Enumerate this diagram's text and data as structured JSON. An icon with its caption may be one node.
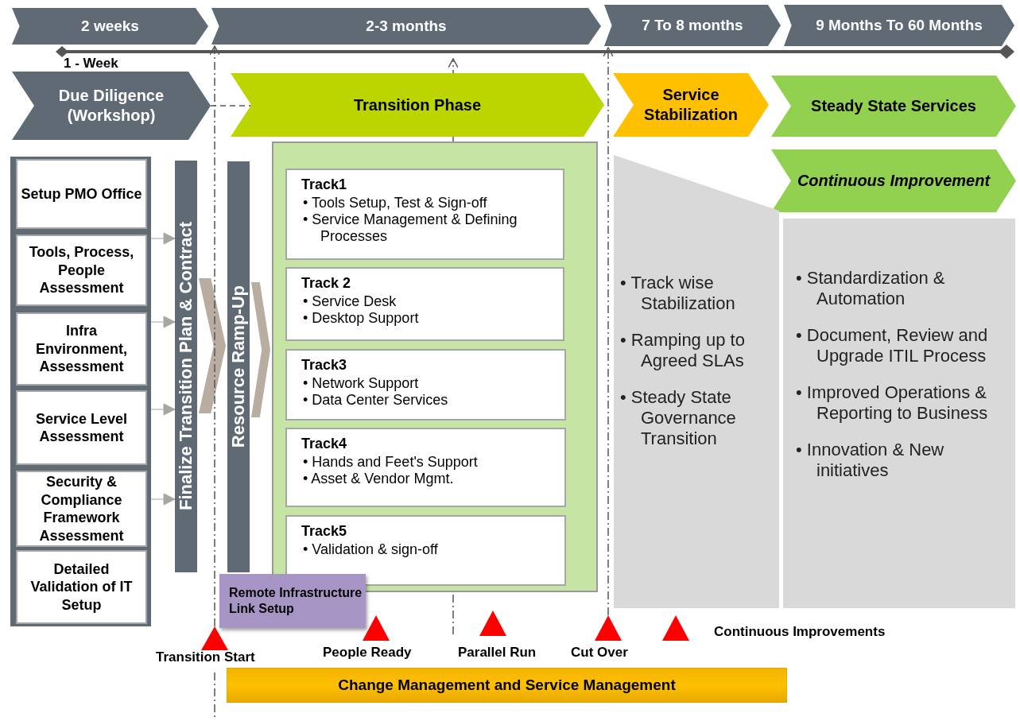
{
  "diagram": {
    "nodes": [
      {
        "text": [
          "2 weeks"
        ]
      },
      {
        "text": [
          "2-3 months"
        ]
      },
      {
        "text": [
          "7 To 8 months"
        ]
      },
      {
        "text": [
          "9 Months To 60 Months"
        ]
      },
      {
        "text": [
          "Due Diligence (Workshop)"
        ]
      },
      {
        "text": [
          "Transition Phase"
        ]
      },
      {
        "text": [
          "Service Stabilization"
        ]
      },
      {
        "text": [
          "Steady State Services"
        ]
      },
      {
        "text": [
          "Continuous Improvement"
        ]
      },
      {
        "text": [],
        "shape": "box"
      },
      {
        "text": [
          "Setup PMO Office"
        ],
        "in": 9
      },
      {
        "text": [
          "Tools, Process, People Assessment"
        ],
        "in": 9
      },
      {
        "text": [
          "Infra Environment, Assessment"
        ],
        "in": 9
      },
      {
        "text": [
          "Service Level Assessment"
        ],
        "in": 9
      },
      {
        "text": [
          "Security & Compliance Framework Assessment"
        ],
        "in": 9
      },
      {
        "text": [
          "Detailed Validation of IT Setup"
        ],
        "in": 9
      },
      {
        "text": [
          "Finalize Transition Plan & Contract"
        ]
      },
      {
        "text": [
          "Resource Ramp-Up"
        ]
      },
      {
        "text": [],
        "shape": "box"
      },
      {
        "text": [
          "Track1",
          "• Tools Setup, Test & Sign-off",
          "• Service Management & Defining Processes"
        ],
        "in": 18
      },
      {
        "text": [
          "Track 2",
          "• Service Desk",
          "• Desktop Support"
        ],
        "in": 18
      },
      {
        "text": [
          "Track3",
          "• Network Support",
          "• Data Center Services"
        ],
        "in": 18
      },
      {
        "text": [
          "Track4",
          "• Hands and Feet's Support",
          "• Asset & Vendor Mgmt."
        ],
        "in": 18
      },
      {
        "text": [
          "Track5",
          "• Validation & sign-off"
        ],
        "in": 18
      },
      {
        "text": [
          "• Track wise Stabilization",
          "• Ramping up to Agreed SLAs",
          "• Steady State Governance Transition"
        ]
      },
      {
        "text": [
          "• Standardization & Automation",
          "• Document, Review and Upgrade ITIL Process",
          "• Improved Operations & Reporting to Business",
          "• Innovation & New initiatives"
        ]
      },
      {
        "text": [
          "Remote Infrastructure Link Setup"
        ]
      },
      {
        "text": [],
        "shape": "triangle",
        "beside": [
          "Transition Start"
        ]
      },
      {
        "text": [],
        "shape": "triangle",
        "beside": [
          "People Ready"
        ]
      },
      {
        "text": [],
        "shape": "triangle",
        "beside": [
          "Parallel Run"
        ]
      },
      {
        "text": [],
        "shape": "triangle",
        "beside": [
          "Cut Over"
        ]
      },
      {
        "text": [],
        "shape": "triangle"
      },
      {
        "text": [
          "Change Management and Service Management"
        ]
      }
    ],
    "edges": [
      {
        "from": 4,
        "to": 5,
        "arrow": "none",
        "style": "dashed"
      },
      {
        "from": 11,
        "to": 16,
        "arrow": "to",
        "color": "#a6a6a6"
      },
      {
        "from": 12,
        "to": 16,
        "arrow": "to",
        "color": "#a6a6a6"
      },
      {
        "from": 13,
        "to": 16,
        "arrow": "to",
        "color": "#a6a6a6"
      },
      {
        "from": 14,
        "to": 16,
        "arrow": "to",
        "color": "#a6a6a6"
      },
      {
        "from": 16,
        "to": 17,
        "arrow": "to"
      },
      {
        "from": 17,
        "to": 18,
        "arrow": "to"
      },
      {
        "from": 27,
        "to": 1,
        "arrow": "to",
        "style": "dashed"
      },
      {
        "from": 30,
        "to": 2,
        "arrow": "to",
        "style": "dashed"
      }
    ],
    "labels": [
      "1 - Week",
      "Continuous Improvements"
    ]
  }
}
